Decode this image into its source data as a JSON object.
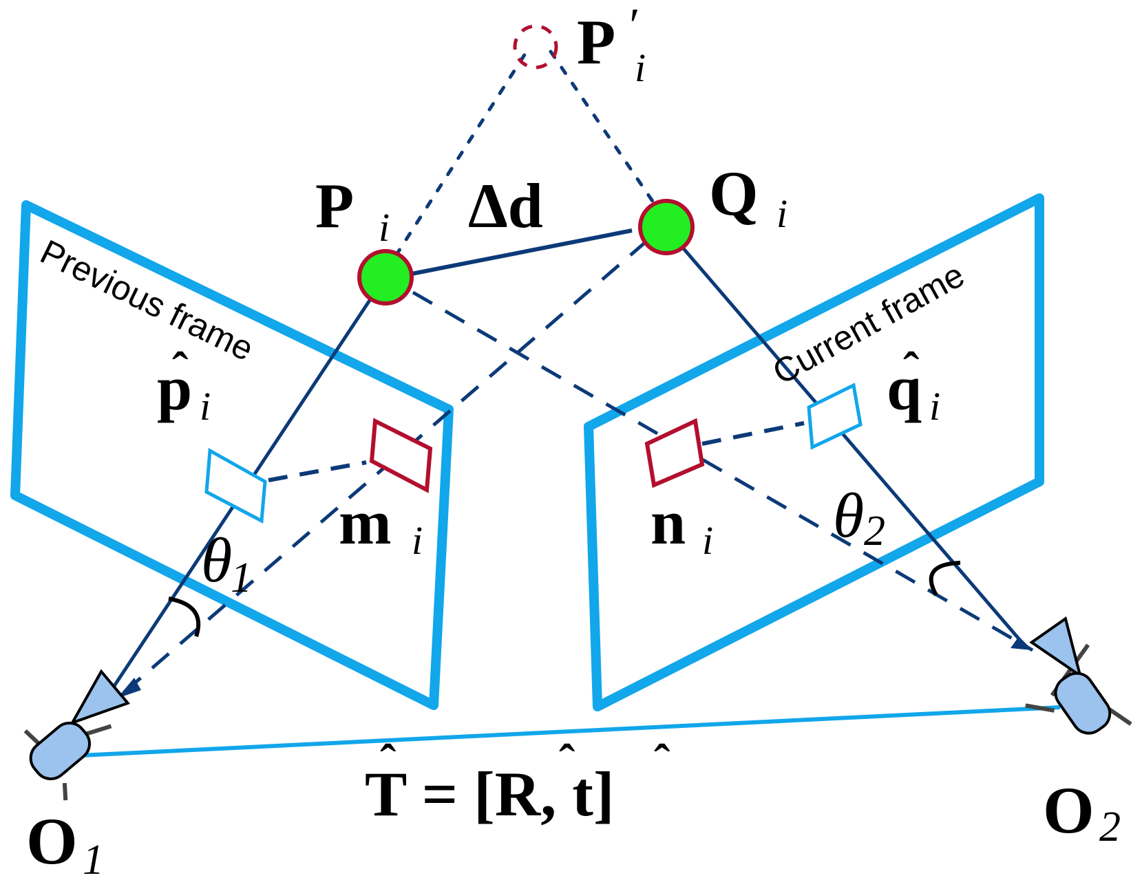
{
  "colors": {
    "frame": "#12a6ea",
    "navy": "#0c3a78",
    "crimson": "#b30f2e",
    "green": "#22ee22",
    "camera": "#9cc2ee"
  },
  "labels": {
    "P_main": "P",
    "P_sub": "i",
    "P_prime_main": "P",
    "P_prime_mark": "′",
    "P_prime_sub": "i",
    "Q_main": "Q",
    "Q_sub": "i",
    "delta_d": "Δd",
    "p_hat_main": "p",
    "p_hat_sub": "i",
    "q_hat_main": "q",
    "q_hat_sub": "i",
    "m_main": "m",
    "m_sub": "i",
    "n_main": "n",
    "n_sub": "i",
    "theta1_main": "θ",
    "theta1_sub": "1",
    "theta2_main": "θ",
    "theta2_sub": "2",
    "O1_main": "O",
    "O1_sub": "1",
    "O2_main": "O",
    "O2_sub": "2",
    "hat": "ˆ",
    "transform": "T = [R, t]",
    "previous_frame": "Previous frame",
    "current_frame": "Current frame"
  },
  "icons": {
    "camera_left": "camera-icon",
    "camera_right": "camera-icon"
  }
}
